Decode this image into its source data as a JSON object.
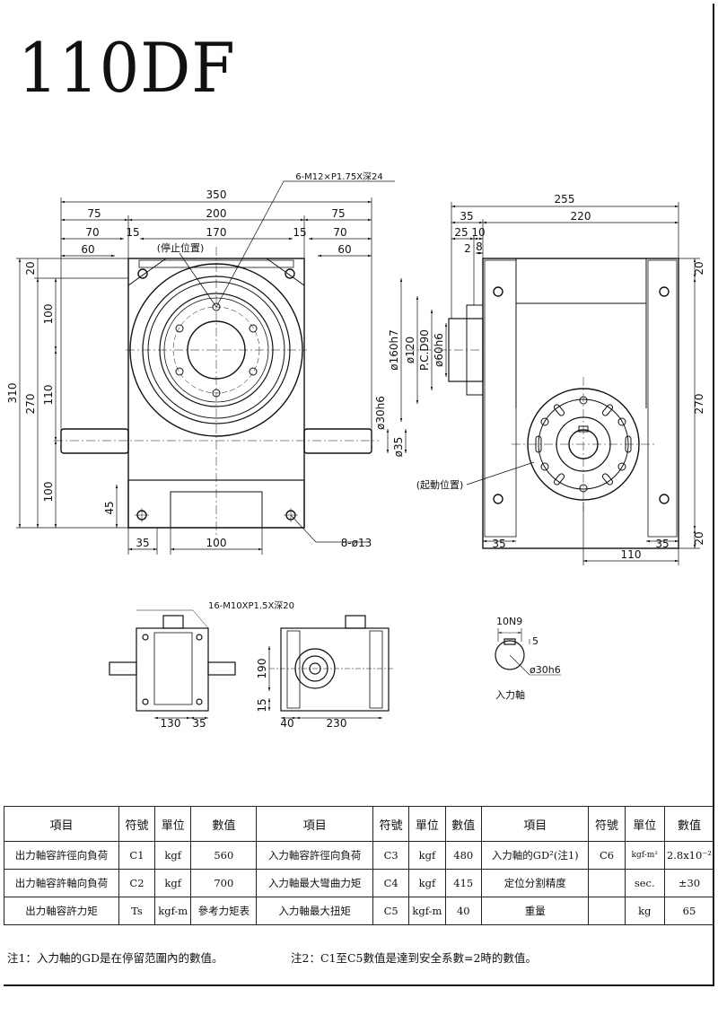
{
  "title": "110DF",
  "top_view": {
    "tap_note": "6-M12×P1.75X深24",
    "stop_label": "(停止位置)",
    "dims": {
      "overall": "350",
      "left75": "75",
      "center200": "200",
      "right75": "75",
      "left70": "70",
      "left15": "15",
      "center170": "170",
      "right15": "15",
      "right70": "70",
      "left60": "60",
      "right60": "60",
      "h310": "310",
      "h270": "270",
      "h20": "20",
      "h100a": "100",
      "h110": "110",
      "h100b": "100",
      "h45": "45",
      "shaft_d30": "ø30h6",
      "shaft_d35": "ø35",
      "foot35": "35",
      "foot100": "100",
      "holes": "8-ø13"
    }
  },
  "side_view": {
    "start_label": "(起動位置)",
    "dims": {
      "w255": "255",
      "w35": "35",
      "w220": "220",
      "w25": "25",
      "w10": "10",
      "w8": "8",
      "w2": "2",
      "d160": "ø160h7",
      "d120": "ø120",
      "pcd": "P.C.D90",
      "d60": "ø60h6",
      "h20a": "20",
      "h270": "270",
      "h20b": "20",
      "b35a": "35",
      "b110": "110",
      "b35b": "35"
    }
  },
  "small_views": {
    "tap_note": "16-M10XP1.5X深20",
    "dims": {
      "d130": "130",
      "d35": "35",
      "h190": "190",
      "h15": "15",
      "d40": "40",
      "d230": "230"
    },
    "key_label": "10N9",
    "key_depth": "5",
    "shaft_label": "ø30h6",
    "shaft_name": "入力軸"
  },
  "spec_table": {
    "headers": [
      "項目",
      "符號",
      "單位",
      "數值",
      "項目",
      "符號",
      "單位",
      "數值",
      "項目",
      "符號",
      "單位",
      "數值"
    ],
    "rows": [
      [
        "出力軸容許徑向負荷",
        "C1",
        "kgf",
        "560",
        "入力軸容許徑向負荷",
        "C3",
        "kgf",
        "480",
        "入力軸的GD²(注1)",
        "C6",
        "kgf-m²",
        "2.8x10⁻²"
      ],
      [
        "出力軸容許軸向負荷",
        "C2",
        "kgf",
        "700",
        "入力軸最大彎曲力矩",
        "C4",
        "kgf",
        "415",
        "定位分割精度",
        "",
        "sec.",
        "±30"
      ],
      [
        "出力軸容許力矩",
        "Ts",
        "kgf-m",
        "參考力矩表",
        "入力軸最大扭矩",
        "C5",
        "kgf-m",
        "40",
        "重量",
        "",
        "kg",
        "65"
      ]
    ]
  },
  "notes": {
    "note1": "注1：入力軸的GD是在停留范圍內的數值。",
    "note2": "注2：C1至C5數值是達到安全系數=2時的數值。"
  }
}
